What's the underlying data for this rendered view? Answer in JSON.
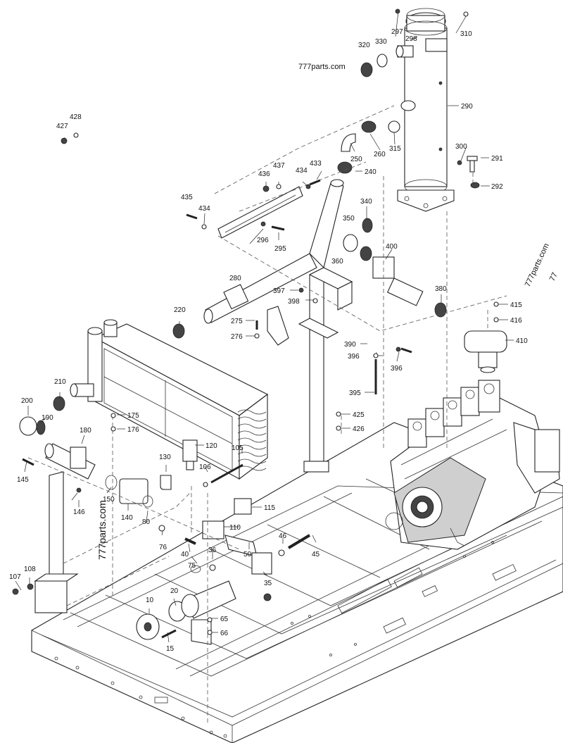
{
  "watermarks": {
    "top": "777parts.com",
    "left": "777parts.com",
    "right": "777parts.com",
    "right_cut": "77"
  },
  "callouts": {
    "c10": "10",
    "c15": "15",
    "c20": "20",
    "c35": "35",
    "c36": "36",
    "c40": "40",
    "c45": "45",
    "c46": "46",
    "c50": "50",
    "c65": "65",
    "c66": "66",
    "c75": "75",
    "c76": "76",
    "c80": "80",
    "c105": "105",
    "c106": "106",
    "c107": "107",
    "c108": "108",
    "c110": "110",
    "c115": "115",
    "c120": "120",
    "c130": "130",
    "c140": "140",
    "c145": "145",
    "c146": "146",
    "c150": "150",
    "c175": "175",
    "c176": "176",
    "c180": "180",
    "c190": "190",
    "c200": "200",
    "c210": "210",
    "c220": "220",
    "c240": "240",
    "c250": "250",
    "c260": "260",
    "c275": "275",
    "c276": "276",
    "c280": "280",
    "c290": "290",
    "c291": "291",
    "c292": "292",
    "c295": "295",
    "c296": "296",
    "c297": "297",
    "c298": "298",
    "c300": "300",
    "c310": "310",
    "c315": "315",
    "c320": "320",
    "c330": "330",
    "c340": "340",
    "c350": "350",
    "c360": "360",
    "c380": "380",
    "c390": "390",
    "c395": "395",
    "c396a": "396",
    "c396b": "396",
    "c397": "397",
    "c398": "398",
    "c400": "400",
    "c410": "410",
    "c415": "415",
    "c416": "416",
    "c425": "425",
    "c426": "426",
    "c427": "427",
    "c428": "428",
    "c433": "433",
    "c434a": "434",
    "c434b": "434",
    "c435": "435",
    "c436": "436",
    "c437": "437"
  }
}
